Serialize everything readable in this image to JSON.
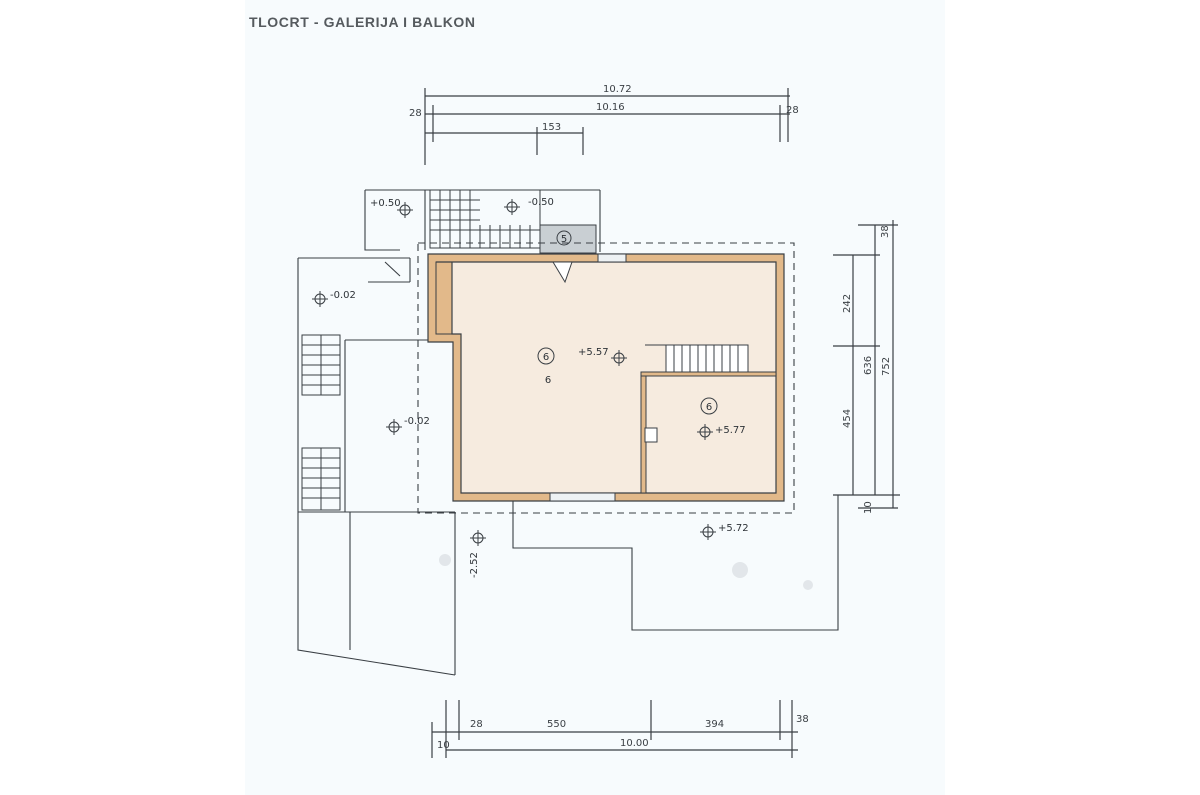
{
  "title": "TLOCRT - GALERIJA I BALKON",
  "dimensions": {
    "top_total": "10.72",
    "top_inner": "10.16",
    "top_left_end": "28",
    "top_right_end": "28",
    "top_segment": "153",
    "right_top": "38",
    "right_upper": "242",
    "right_lower": "454",
    "right_mid": "636",
    "right_total": "752",
    "right_bottom": "10",
    "bottom_left_end": "28",
    "bottom_seg1": "550",
    "bottom_seg2": "394",
    "bottom_right_end": "38",
    "bottom_total": "10.00",
    "bottom_left_small": "10"
  },
  "levels": {
    "terrace_upper_left": "+0.50",
    "terrace_upper": "-0.50",
    "left_yard_top": "-0.02",
    "left_yard": "-0.02",
    "gallery": "+5.57",
    "room": "+5.77",
    "balcony": "+5.72",
    "balcony_left": "-2.52"
  },
  "rooms": {
    "small_room_tag": "5",
    "gallery_tag": "6",
    "gallery_tag_sub": "6",
    "room_tag": "6"
  },
  "colors": {
    "line": "#3a3f44",
    "wall_fill": "#e2b98a",
    "floor_tint": "#f4e6d6"
  }
}
